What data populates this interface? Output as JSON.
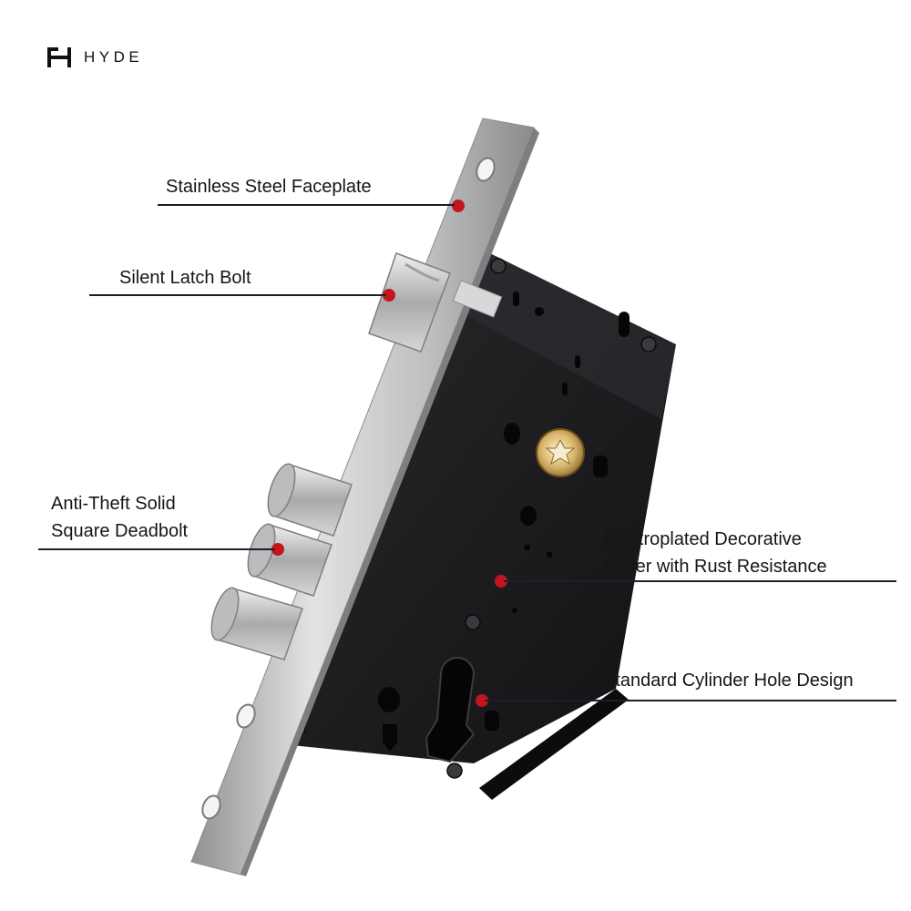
{
  "brand": {
    "name": "HYDE",
    "logo_icon": "hyde-h-logo-icon"
  },
  "colors": {
    "callout_dot": "#c4141d",
    "leader_line": "#1a1f2b",
    "lock_body": "#1c1c1e",
    "faceplate": "#cfcfd1",
    "cylinder_spindle": "#d8b46a"
  },
  "callouts": [
    {
      "id": "faceplate",
      "lines": [
        "Stainless Steel Faceplate"
      ]
    },
    {
      "id": "latch",
      "lines": [
        "Silent Latch Bolt"
      ]
    },
    {
      "id": "deadbolt",
      "lines": [
        "Anti-Theft Solid",
        "Square Deadbolt"
      ]
    },
    {
      "id": "cover",
      "lines": [
        "Electroplated Decorative",
        "Cover with Rust Resistance"
      ]
    },
    {
      "id": "cylinder",
      "lines": [
        "Standard Cylinder Hole Design"
      ]
    }
  ]
}
